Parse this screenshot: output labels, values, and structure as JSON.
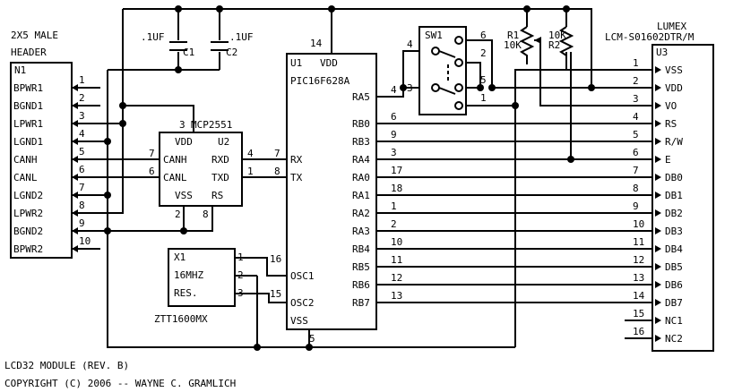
{
  "title_block": {
    "line1": "LCD32 MODULE (REV. B)",
    "line2": "COPYRIGHT (C) 2006 -- WAYNE C. GRAMLICH"
  },
  "header": {
    "desc1": "2X5 MALE",
    "desc2": "HEADER",
    "ref": "N1",
    "pins": [
      {
        "num": "1",
        "name": "BPWR1"
      },
      {
        "num": "2",
        "name": "BGND1"
      },
      {
        "num": "3",
        "name": "LPWR1"
      },
      {
        "num": "4",
        "name": "LGND1"
      },
      {
        "num": "5",
        "name": "CANH"
      },
      {
        "num": "6",
        "name": "CANL"
      },
      {
        "num": "7",
        "name": "LGND2"
      },
      {
        "num": "8",
        "name": "LPWR2"
      },
      {
        "num": "9",
        "name": "BGND2"
      },
      {
        "num": "10",
        "name": "BPWR2"
      }
    ]
  },
  "capacitors": [
    {
      "value": ".1UF",
      "ref": "C1"
    },
    {
      "value": ".1UF",
      "ref": "C2"
    }
  ],
  "transceiver": {
    "part": "MCP2551",
    "ref": "U2",
    "vdd_label": "VDD",
    "vss_label": "VSS",
    "rs_label": "RS",
    "canh_label": "CANH",
    "canl_label": "CANL",
    "rxd_label": "RXD",
    "txd_label": "TXD",
    "pins": {
      "vdd": "3",
      "canh": "7",
      "canl": "6",
      "rxd": "4",
      "txd": "1",
      "vss": "2",
      "rs": "8"
    }
  },
  "resonator": {
    "ref": "X1",
    "freq": "16MHZ",
    "res": "RES.",
    "part": "ZTT1600MX",
    "pins": [
      "1",
      "2",
      "3"
    ]
  },
  "mcu": {
    "ref": "U1",
    "vdd_label": "VDD",
    "part": "PIC16F628A",
    "vdd_pin": "14",
    "vss_label": "VSS",
    "vss_pin": "5",
    "left_pins": [
      {
        "num": "7",
        "name": "RX"
      },
      {
        "num": "8",
        "name": "TX"
      },
      {
        "num": "16",
        "name": "OSC1"
      },
      {
        "num": "15",
        "name": "OSC2"
      }
    ],
    "right_pins": [
      {
        "name": "RA5",
        "num": "4"
      },
      {
        "name": "RB0",
        "num": "6"
      },
      {
        "name": "RB3",
        "num": "9"
      },
      {
        "name": "RA4",
        "num": "3"
      },
      {
        "name": "RA0",
        "num": "17"
      },
      {
        "name": "RA1",
        "num": "18"
      },
      {
        "name": "RA2",
        "num": "1"
      },
      {
        "name": "RA3",
        "num": "2"
      },
      {
        "name": "RB4",
        "num": "10"
      },
      {
        "name": "RB5",
        "num": "11"
      },
      {
        "name": "RB6",
        "num": "12"
      },
      {
        "name": "RB7",
        "num": "13"
      }
    ]
  },
  "switch": {
    "ref": "SW1",
    "pins": {
      "p1": "1",
      "p2": "2",
      "p3": "3",
      "p4": "4",
      "p5": "5",
      "p6": "6"
    }
  },
  "resistors": [
    {
      "ref": "R1",
      "value": "10K"
    },
    {
      "ref": "R2",
      "value": "10K"
    }
  ],
  "lcd": {
    "maker": "LUMEX",
    "part": "LCM-S01602DTR/M",
    "ref": "U3",
    "pins": [
      {
        "num": "1",
        "name": "VSS"
      },
      {
        "num": "2",
        "name": "VDD"
      },
      {
        "num": "3",
        "name": "VO"
      },
      {
        "num": "4",
        "name": "RS"
      },
      {
        "num": "5",
        "name": "R/W"
      },
      {
        "num": "6",
        "name": "E"
      },
      {
        "num": "7",
        "name": "DB0"
      },
      {
        "num": "8",
        "name": "DB1"
      },
      {
        "num": "9",
        "name": "DB2"
      },
      {
        "num": "10",
        "name": "DB3"
      },
      {
        "num": "11",
        "name": "DB4"
      },
      {
        "num": "12",
        "name": "DB5"
      },
      {
        "num": "13",
        "name": "DB6"
      },
      {
        "num": "14",
        "name": "DB7"
      },
      {
        "num": "15",
        "name": "NC1"
      },
      {
        "num": "16",
        "name": "NC2"
      }
    ]
  }
}
